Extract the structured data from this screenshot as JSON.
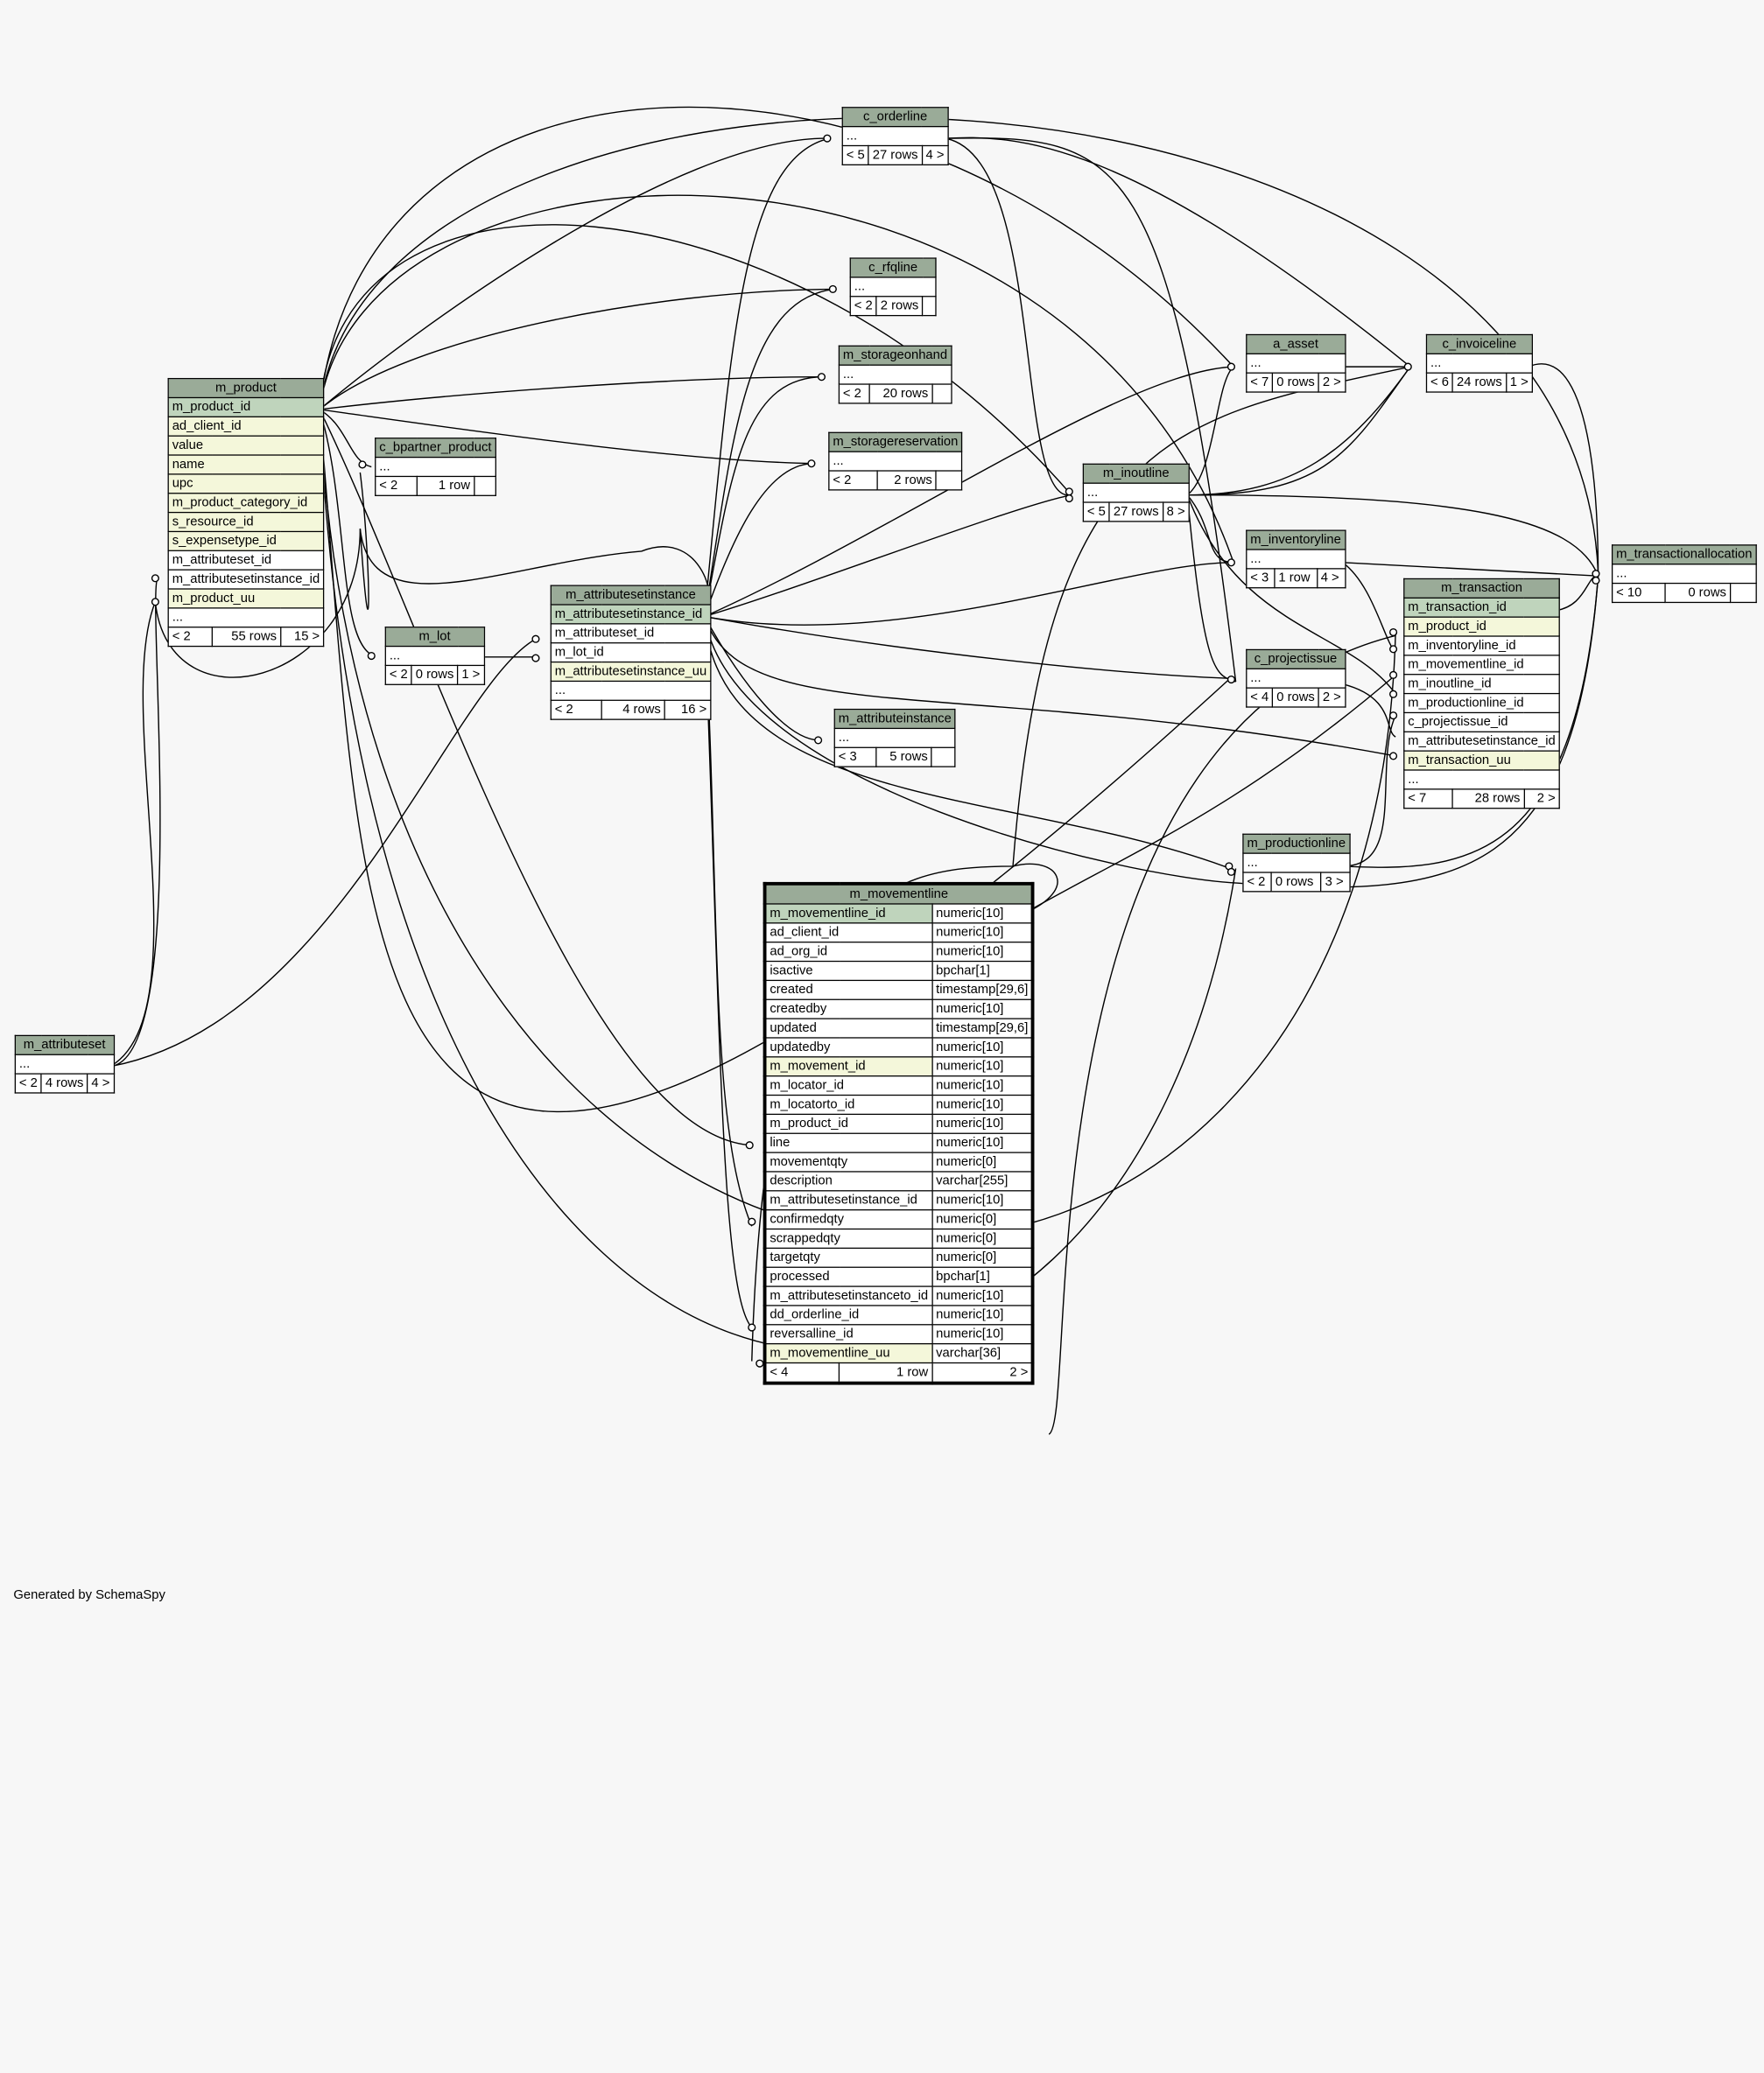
{
  "footer": "Generated by SchemaSpy",
  "colors": {
    "background": "#f7f7f7",
    "header": "#9aab98",
    "primary_key": "#bfd4bc",
    "indexed": "#f4f7da"
  },
  "tables": {
    "m_product": {
      "name": "m_product",
      "columns": [
        "m_product_id",
        "ad_client_id",
        "value",
        "name",
        "upc",
        "m_product_category_id",
        "s_resource_id",
        "s_expensetype_id",
        "m_attributeset_id",
        "m_attributesetinstance_id",
        "m_product_uu",
        "..."
      ],
      "parents": "< 2",
      "rows": "55 rows",
      "children": "15 >"
    },
    "c_bpartner_product": {
      "name": "c_bpartner_product",
      "columns": [
        "..."
      ],
      "parents": "< 2",
      "rows": "1 row",
      "children": ""
    },
    "m_lot": {
      "name": "m_lot",
      "columns": [
        "..."
      ],
      "parents": "< 2",
      "rows": "0 rows",
      "children": "1 >"
    },
    "m_attributesetinstance": {
      "name": "m_attributesetinstance",
      "columns": [
        "m_attributesetinstance_id",
        "m_attributeset_id",
        "m_lot_id",
        "m_attributesetinstance_uu",
        "..."
      ],
      "parents": "< 2",
      "rows": "4 rows",
      "children": "16 >"
    },
    "c_orderline": {
      "name": "c_orderline",
      "columns": [
        "..."
      ],
      "parents": "< 5",
      "rows": "27 rows",
      "children": "4 >"
    },
    "c_rfqline": {
      "name": "c_rfqline",
      "columns": [
        "..."
      ],
      "parents": "< 2",
      "rows": "2 rows",
      "children": ""
    },
    "m_storageonhand": {
      "name": "m_storageonhand",
      "columns": [
        "..."
      ],
      "parents": "< 2",
      "rows": "20 rows",
      "children": ""
    },
    "m_storagereservation": {
      "name": "m_storagereservation",
      "columns": [
        "..."
      ],
      "parents": "< 2",
      "rows": "2 rows",
      "children": ""
    },
    "m_attributeinstance": {
      "name": "m_attributeinstance",
      "columns": [
        "..."
      ],
      "parents": "< 3",
      "rows": "5 rows",
      "children": ""
    },
    "m_inoutline": {
      "name": "m_inoutline",
      "columns": [
        "..."
      ],
      "parents": "< 5",
      "rows": "27 rows",
      "children": "8 >"
    },
    "a_asset": {
      "name": "a_asset",
      "columns": [
        "..."
      ],
      "parents": "< 7",
      "rows": "0 rows",
      "children": "2 >"
    },
    "c_invoiceline": {
      "name": "c_invoiceline",
      "columns": [
        "..."
      ],
      "parents": "< 6",
      "rows": "24 rows",
      "children": "1 >"
    },
    "m_inventoryline": {
      "name": "m_inventoryline",
      "columns": [
        "..."
      ],
      "parents": "< 3",
      "rows": "1 row",
      "children": "4 >"
    },
    "c_projectissue": {
      "name": "c_projectissue",
      "columns": [
        "..."
      ],
      "parents": "< 4",
      "rows": "0 rows",
      "children": "2 >"
    },
    "m_productionline": {
      "name": "m_productionline",
      "columns": [
        "..."
      ],
      "parents": "< 2",
      "rows": "0 rows",
      "children": "3 >"
    },
    "m_transaction": {
      "name": "m_transaction",
      "columns": [
        "m_transaction_id",
        "m_product_id",
        "m_inventoryline_id",
        "m_movementline_id",
        "m_inoutline_id",
        "m_productionline_id",
        "c_projectissue_id",
        "m_attributesetinstance_id",
        "m_transaction_uu",
        "..."
      ],
      "parents": "< 7",
      "rows": "28 rows",
      "children": "2 >"
    },
    "m_transactionallocation": {
      "name": "m_transactionallocation",
      "columns": [
        "..."
      ],
      "parents": "< 10",
      "rows": "0 rows",
      "children": ""
    },
    "m_attributeset": {
      "name": "m_attributeset",
      "columns": [
        "..."
      ],
      "parents": "< 2",
      "rows": "4 rows",
      "children": "4 >"
    },
    "m_movementline": {
      "name": "m_movementline",
      "columns": [
        {
          "name": "m_movementline_id",
          "type": "numeric[10]"
        },
        {
          "name": "ad_client_id",
          "type": "numeric[10]"
        },
        {
          "name": "ad_org_id",
          "type": "numeric[10]"
        },
        {
          "name": "isactive",
          "type": "bpchar[1]"
        },
        {
          "name": "created",
          "type": "timestamp[29,6]"
        },
        {
          "name": "createdby",
          "type": "numeric[10]"
        },
        {
          "name": "updated",
          "type": "timestamp[29,6]"
        },
        {
          "name": "updatedby",
          "type": "numeric[10]"
        },
        {
          "name": "m_movement_id",
          "type": "numeric[10]"
        },
        {
          "name": "m_locator_id",
          "type": "numeric[10]"
        },
        {
          "name": "m_locatorto_id",
          "type": "numeric[10]"
        },
        {
          "name": "m_product_id",
          "type": "numeric[10]"
        },
        {
          "name": "line",
          "type": "numeric[10]"
        },
        {
          "name": "movementqty",
          "type": "numeric[0]"
        },
        {
          "name": "description",
          "type": "varchar[255]"
        },
        {
          "name": "m_attributesetinstance_id",
          "type": "numeric[10]"
        },
        {
          "name": "confirmedqty",
          "type": "numeric[0]"
        },
        {
          "name": "scrappedqty",
          "type": "numeric[0]"
        },
        {
          "name": "targetqty",
          "type": "numeric[0]"
        },
        {
          "name": "processed",
          "type": "bpchar[1]"
        },
        {
          "name": "m_attributesetinstanceto_id",
          "type": "numeric[10]"
        },
        {
          "name": "dd_orderline_id",
          "type": "numeric[10]"
        },
        {
          "name": "reversalline_id",
          "type": "numeric[10]"
        },
        {
          "name": "m_movementline_uu",
          "type": "varchar[36]"
        }
      ],
      "parents": "< 4",
      "rows": "1 row",
      "children": "2 >"
    }
  }
}
